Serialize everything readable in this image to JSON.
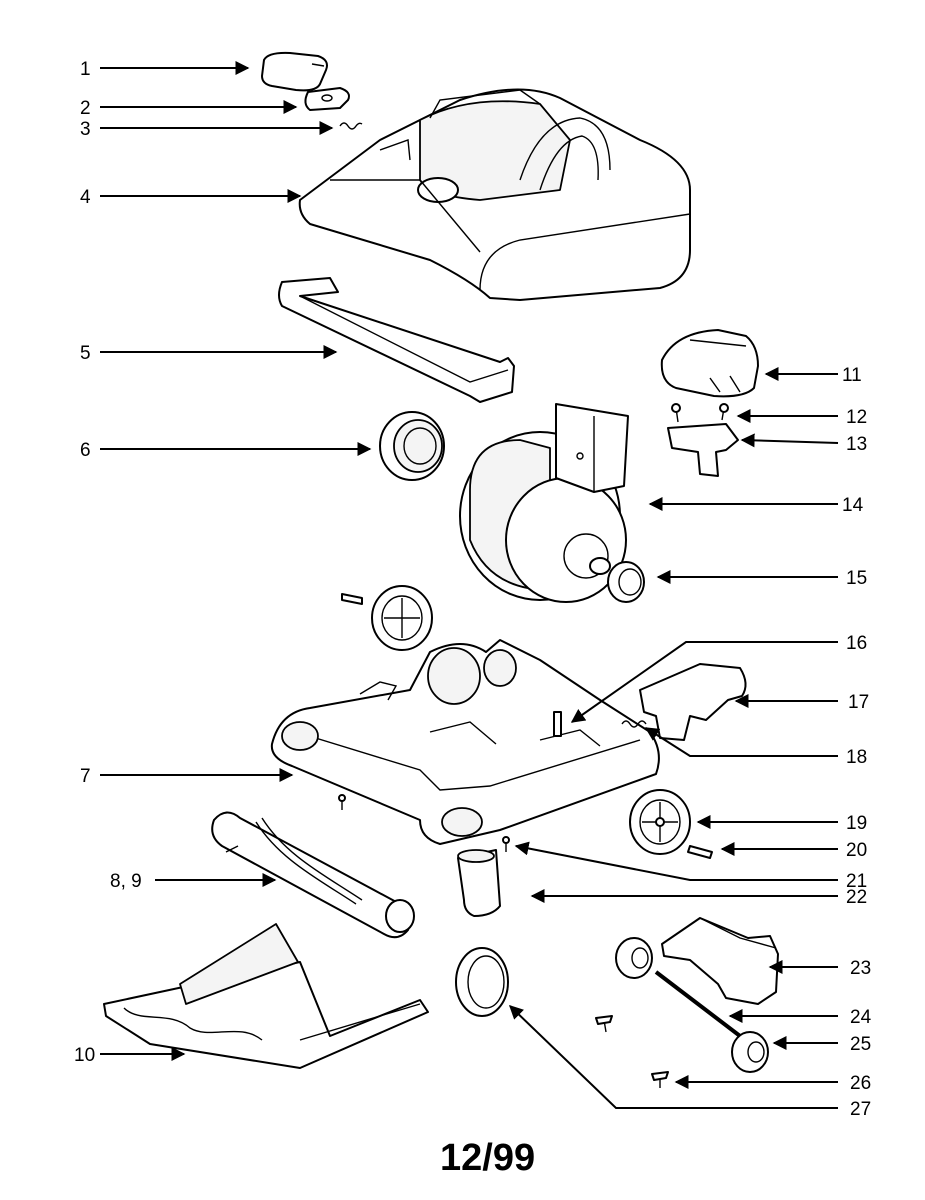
{
  "callouts": [
    {
      "id": "1",
      "text": "1"
    },
    {
      "id": "2",
      "text": "2"
    },
    {
      "id": "3",
      "text": "3"
    },
    {
      "id": "4",
      "text": "4"
    },
    {
      "id": "5",
      "text": "5"
    },
    {
      "id": "6",
      "text": "6"
    },
    {
      "id": "7",
      "text": "7"
    },
    {
      "id": "8_9",
      "text": "8, 9"
    },
    {
      "id": "10",
      "text": "10"
    },
    {
      "id": "11",
      "text": "11"
    },
    {
      "id": "12",
      "text": "12"
    },
    {
      "id": "13",
      "text": "13"
    },
    {
      "id": "14",
      "text": "14"
    },
    {
      "id": "15",
      "text": "15"
    },
    {
      "id": "16",
      "text": "16"
    },
    {
      "id": "17",
      "text": "17"
    },
    {
      "id": "18",
      "text": "18"
    },
    {
      "id": "19",
      "text": "19"
    },
    {
      "id": "20",
      "text": "20"
    },
    {
      "id": "21",
      "text": "21"
    },
    {
      "id": "22",
      "text": "22"
    },
    {
      "id": "23",
      "text": "23"
    },
    {
      "id": "24",
      "text": "24"
    },
    {
      "id": "25",
      "text": "25"
    },
    {
      "id": "26",
      "text": "26"
    },
    {
      "id": "27",
      "text": "27"
    }
  ],
  "footer": {
    "date_code": "12/99"
  }
}
